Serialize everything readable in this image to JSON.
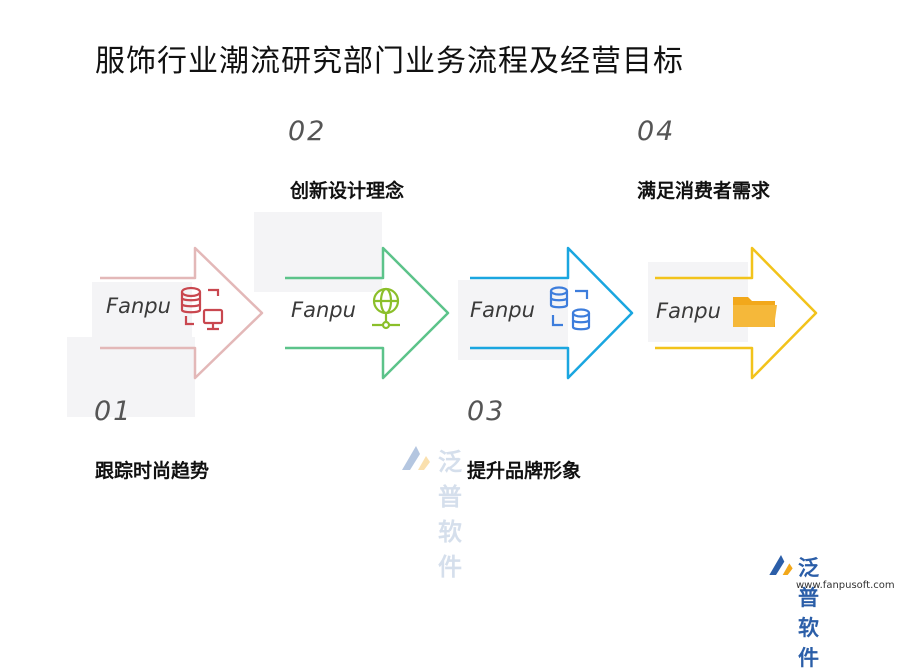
{
  "title": "服饰行业潮流研究部门业务流程及经营目标",
  "steps": [
    {
      "num": "01",
      "label": "跟踪时尚趋势",
      "color": "#e3b8b8",
      "watermark": "Fanpu",
      "icon": "database-monitor-icon"
    },
    {
      "num": "02",
      "label": "创新设计理念",
      "color": "#5cc38a",
      "watermark": "Fanpu",
      "icon": "globe-network-icon"
    },
    {
      "num": "03",
      "label": "提升品牌形象",
      "color": "#1aa6e0",
      "watermark": "Fanpu",
      "icon": "database-sync-icon"
    },
    {
      "num": "04",
      "label": "满足消费者需求",
      "color": "#f2c31b",
      "watermark": "Fanpu",
      "icon": "folder-icon"
    }
  ],
  "logo": {
    "text": "泛普软件",
    "url": "www.fanpusoft.com"
  }
}
